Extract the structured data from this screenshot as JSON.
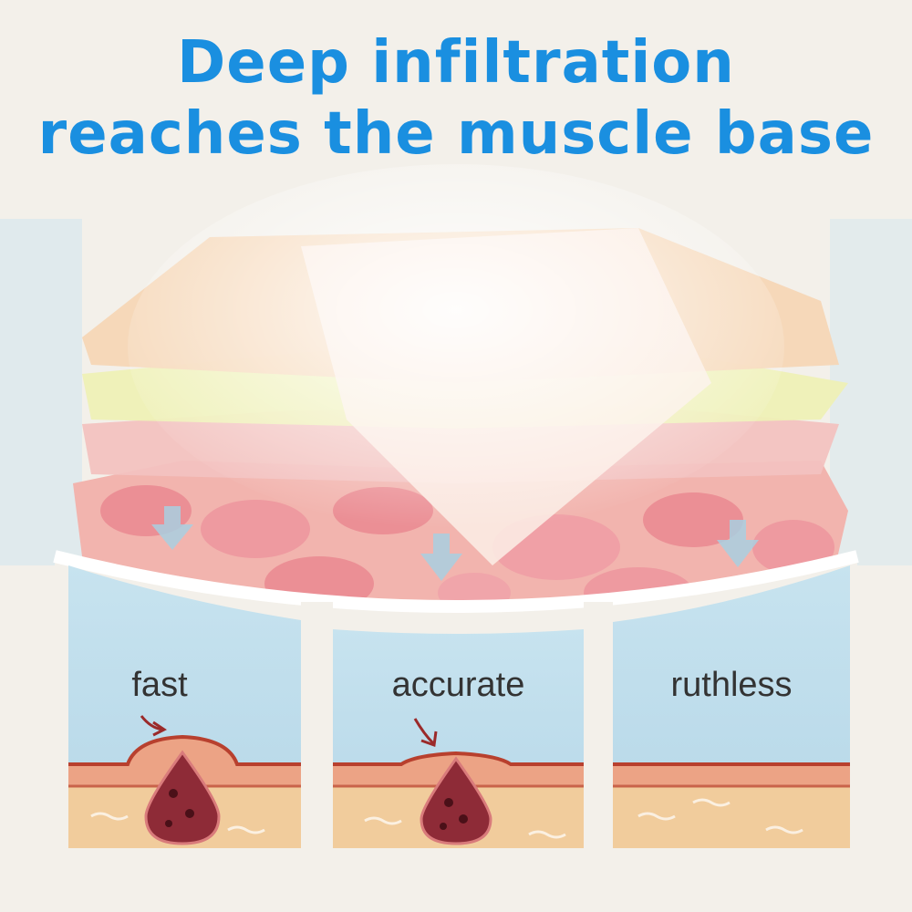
{
  "title": {
    "line1": "Deep infiltration",
    "line2": "reaches the muscle base"
  },
  "panels": [
    {
      "label": "fast",
      "stage": "large-lump"
    },
    {
      "label": "accurate",
      "stage": "small-lump"
    },
    {
      "label": "ruthless",
      "stage": "flat-skin"
    }
  ],
  "colors": {
    "title": "#1a8fe0",
    "sky": "#bcdbea",
    "skin_top": "#e9a07f",
    "skin_line": "#b8402e",
    "fat": "#f1cc9c",
    "cell": "#eb8f95",
    "lump": "#8e2b37"
  }
}
